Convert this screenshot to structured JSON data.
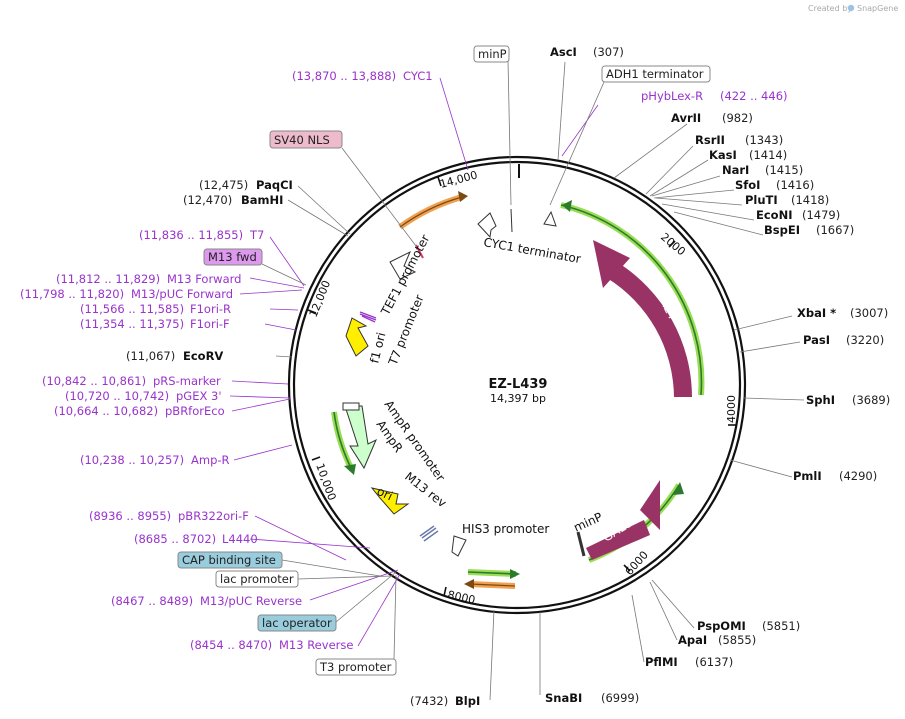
{
  "brand": {
    "prefix": "Created by",
    "name": "SnapGene"
  },
  "plasmid": {
    "name": "EZ-L439",
    "length_label": "14,397 bp"
  },
  "ticks": [
    "2000",
    "4000",
    "6000",
    "8000",
    "10,000",
    "12,000",
    "14,000"
  ],
  "enzymes": [
    {
      "name": "AscI",
      "pos": "(307)"
    },
    {
      "name": "AvrII",
      "pos": "(982)"
    },
    {
      "name": "RsrII",
      "pos": "(1343)"
    },
    {
      "name": "KasI",
      "pos": "(1414)"
    },
    {
      "name": "NarI",
      "pos": "(1415)"
    },
    {
      "name": "SfoI",
      "pos": "(1416)"
    },
    {
      "name": "PluTI",
      "pos": "(1418)"
    },
    {
      "name": "EcoNI",
      "pos": "(1479)"
    },
    {
      "name": "BspEI",
      "pos": "(1667)"
    },
    {
      "name": "XbaI *",
      "pos": "(3007)"
    },
    {
      "name": "PasI",
      "pos": "(3220)"
    },
    {
      "name": "SphI",
      "pos": "(3689)"
    },
    {
      "name": "PmlI",
      "pos": "(4290)"
    },
    {
      "name": "PspOMI",
      "pos": "(5851)"
    },
    {
      "name": "ApaI",
      "pos": "(5855)"
    },
    {
      "name": "PflMI",
      "pos": "(6137)"
    },
    {
      "name": "SnaBI",
      "pos": "(6999)"
    },
    {
      "name": "BlpI",
      "pos": "(7432)"
    },
    {
      "name": "EcoRV",
      "pos": "(11,067)"
    },
    {
      "name": "BamHI",
      "pos": "(12,470)"
    },
    {
      "name": "PaqCI",
      "pos": "(12,475)"
    }
  ],
  "primers": [
    {
      "name": "pHybLex-R",
      "range": "(422 .. 446)"
    },
    {
      "name": "CYC1",
      "range": "(13,870 .. 13,888)"
    },
    {
      "name": "T7",
      "range": "(11,836 .. 11,855)"
    },
    {
      "name": "M13 Forward",
      "range": "(11,812 .. 11,829)"
    },
    {
      "name": "M13/pUC Forward",
      "range": "(11,798 .. 11,820)"
    },
    {
      "name": "F1ori-R",
      "range": "(11,566 .. 11,585)"
    },
    {
      "name": "F1ori-F",
      "range": "(11,354 .. 11,375)"
    },
    {
      "name": "pRS-marker",
      "range": "(10,842 .. 10,861)"
    },
    {
      "name": "pGEX 3'",
      "range": "(10,720 .. 10,742)"
    },
    {
      "name": "pBRforEco",
      "range": "(10,664 .. 10,682)"
    },
    {
      "name": "Amp-R",
      "range": "(10,238 .. 10,257)"
    },
    {
      "name": "pBR322ori-F",
      "range": "(8936 .. 8955)"
    },
    {
      "name": "L4440",
      "range": "(8685 .. 8702)"
    },
    {
      "name": "M13/pUC Reverse",
      "range": "(8467 .. 8489)"
    },
    {
      "name": "M13 Reverse",
      "range": "(8454 .. 8470)"
    }
  ],
  "boxed_labels": {
    "minP": "minP",
    "adh1": "ADH1 terminator",
    "sv40": "SV40 NLS",
    "m13fwd": "M13 fwd",
    "cap": "CAP binding site",
    "lacp": "lac promoter",
    "laco": "lac operator",
    "t3": "T3 promoter"
  },
  "features": {
    "gal4": "GAL4",
    "gal80": "GAL80",
    "cyc1t": "CYC1 terminator",
    "tef1": "TEF1 promoter",
    "t7p": "T7 promoter",
    "f1ori": "f1 ori",
    "ampr_p": "AmpR promoter",
    "ampr": "AmpR",
    "m13rev": "M13 rev",
    "ori": "ori",
    "his3": "HIS3 promoter",
    "minp_in": "minP"
  },
  "colors": {
    "gal": "#993366",
    "primer": "#9933cc",
    "green_outline": "#99dd55",
    "orange": "#f0a050",
    "yellow": "#ffee00",
    "light_green": "#ccffcc",
    "feature_pink": "#eebbcc",
    "feature_purple": "#dd99ee",
    "feature_teal": "#99ccdd"
  }
}
